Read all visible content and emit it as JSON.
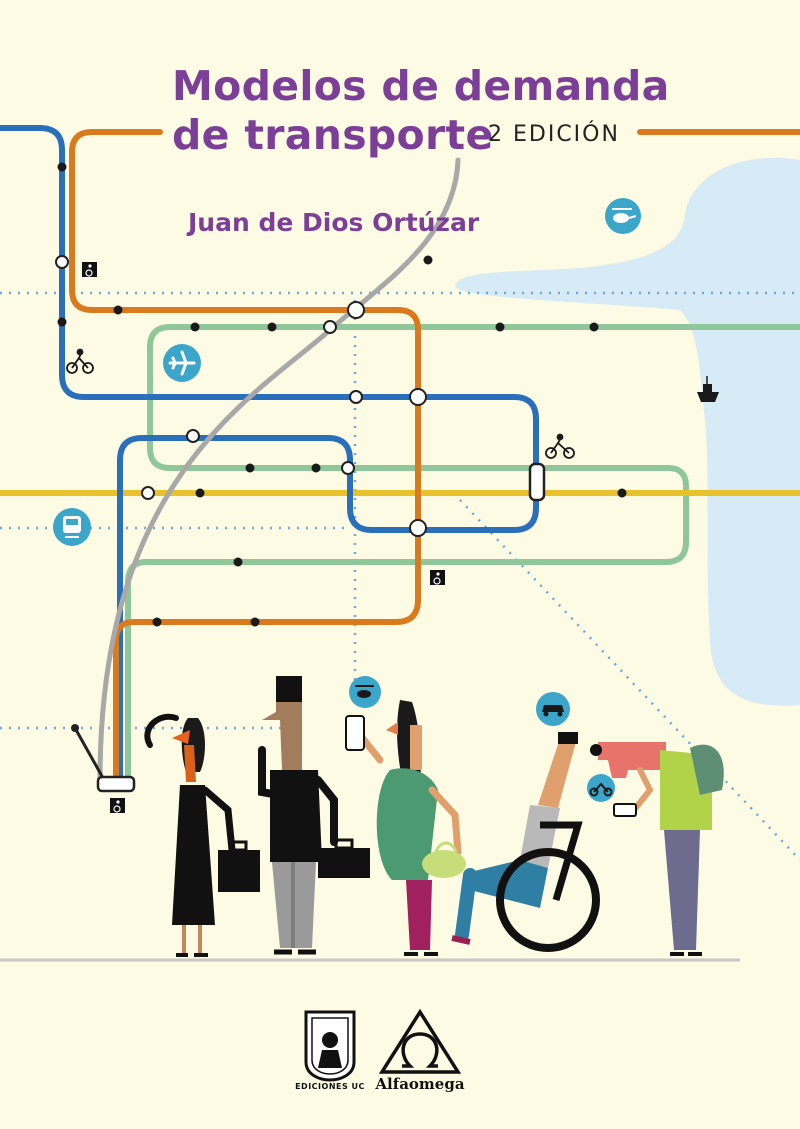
{
  "title_line1": "Modelos de demanda",
  "title_line2": "de transporte",
  "edition": "2 EDICIÓN",
  "author": "Juan de Dios Ortúzar",
  "publishers": [
    "EDICIONES UC",
    "Alfaomega"
  ],
  "colors": {
    "background": "#fdfbe3",
    "title": "#7b3f98",
    "blue_line": "#2a6fba",
    "orange_line": "#d97a1e",
    "green_line": "#8fc79a",
    "yellow_line": "#e8c22c",
    "gray_line": "#a8a8a8",
    "water": "#d7ebf6",
    "icon_circle": "#3ba6c9"
  },
  "icons": [
    "helicopter-icon",
    "airplane-icon",
    "ship-icon",
    "bicycle-icon",
    "train-icon",
    "wheelchair-icon",
    "car-icon",
    "motorcycle-icon"
  ]
}
